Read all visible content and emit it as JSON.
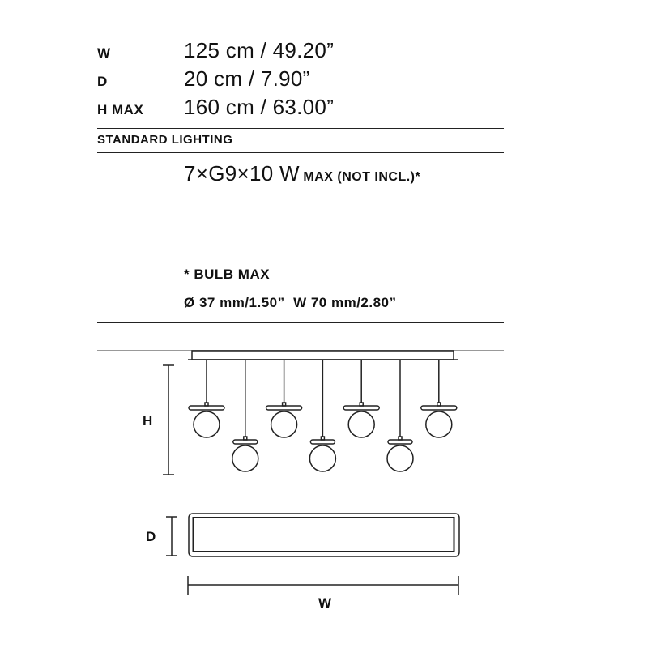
{
  "specs": [
    {
      "label": "W",
      "value": "125 cm / 49.20”"
    },
    {
      "label": "D",
      "value": "20 cm / 7.90”"
    },
    {
      "label": "H MAX",
      "value": "160 cm / 63.00”"
    }
  ],
  "lighting": {
    "heading": "STANDARD LIGHTING",
    "value_main": "7×G9×10 W",
    "value_suffix": "MAX (NOT INCL.)*"
  },
  "bulb": {
    "heading": "* BULB MAX",
    "dimensions": "Ø 37 mm/1.50”  W 70 mm/2.80”"
  },
  "diagram": {
    "height_label": "H",
    "depth_label": "D",
    "width_label": "W",
    "pendant_count": 7,
    "pendant_levels": [
      "high",
      "low",
      "high",
      "low",
      "high",
      "low",
      "high"
    ]
  }
}
